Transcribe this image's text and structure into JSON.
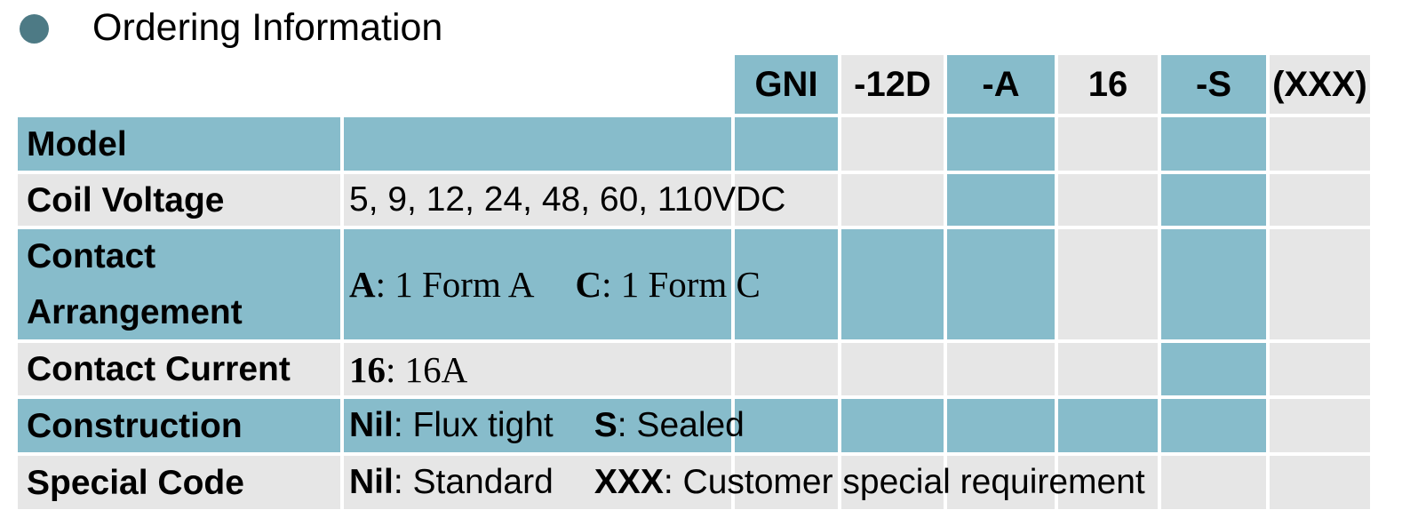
{
  "page": {
    "title": "Ordering Information"
  },
  "colors": {
    "teal": "#87BCCB",
    "gray": "#E6E6E6",
    "bullet": "#4D7A85",
    "text": "#000000",
    "background": "#FFFFFF"
  },
  "part_number": {
    "segments": [
      {
        "code": "GNI",
        "tone": "teal",
        "maps_to_row": "Model"
      },
      {
        "code": "-12D",
        "tone": "gray",
        "maps_to_row": "Coil Voltage"
      },
      {
        "code": "-A",
        "tone": "teal",
        "maps_to_row": "Contact Arrangement"
      },
      {
        "code": "16",
        "tone": "gray",
        "maps_to_row": "Contact Current"
      },
      {
        "code": "-S",
        "tone": "teal",
        "maps_to_row": "Construction"
      },
      {
        "code": "(XXX)",
        "tone": "gray",
        "maps_to_row": "Special Code"
      }
    ]
  },
  "table": {
    "rows": [
      {
        "label": "Model",
        "tone": "teal",
        "value_font": "sans",
        "value_parts": []
      },
      {
        "label": "Coil Voltage",
        "tone": "gray",
        "value_font": "sans",
        "value_parts": [
          {
            "key": "",
            "desc": "5, 9, 12, 24, 48, 60, 110VDC"
          }
        ]
      },
      {
        "label": "Contact Arrangement",
        "tone": "teal",
        "value_font": "serif",
        "value_parts": [
          {
            "key": "A",
            "desc": ": 1 Form A"
          },
          {
            "key": "C",
            "desc": ": 1 Form C"
          }
        ]
      },
      {
        "label": "Contact Current",
        "tone": "gray",
        "value_font": "serif",
        "value_parts": [
          {
            "key": "16",
            "desc": ": 16A"
          }
        ]
      },
      {
        "label": "Construction",
        "tone": "teal",
        "value_font": "sans",
        "value_parts": [
          {
            "key": "Nil",
            "desc": ": Flux tight"
          },
          {
            "key": "S",
            "desc": ": Sealed"
          }
        ]
      },
      {
        "label": "Special Code",
        "tone": "gray",
        "value_font": "sans",
        "value_parts": [
          {
            "key": "Nil",
            "desc": ": Standard"
          },
          {
            "key": "XXX",
            "desc": ": Customer special requirement"
          }
        ]
      }
    ],
    "grid_matrix": [
      "..TGTGTG",
      "TTTGTGTG",
      "GGGGTGTG",
      "TTTTTGTG",
      "GGGGGGTG",
      "TTTTTTTG",
      "GGGGGGGG"
    ]
  }
}
